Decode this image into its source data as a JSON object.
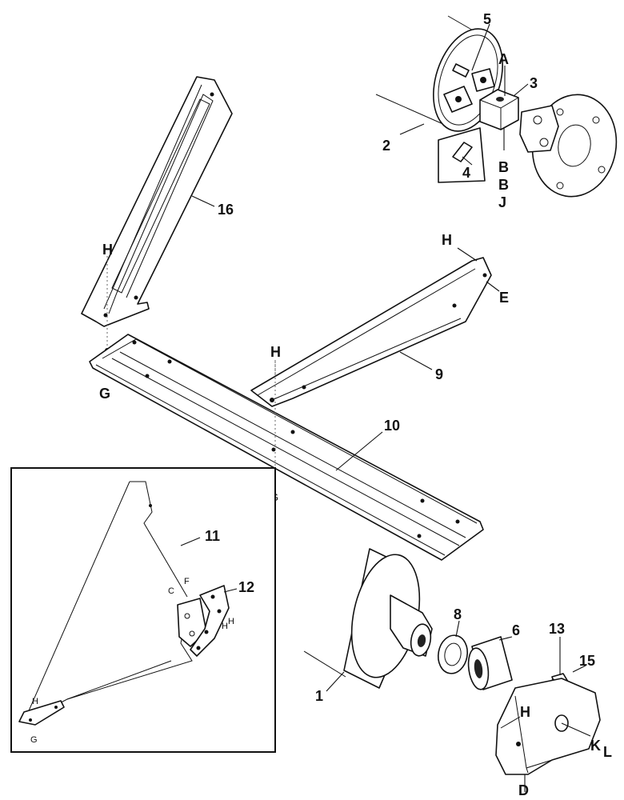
{
  "callouts": {
    "p1": "1",
    "p2": "2",
    "p3": "3",
    "p4": "4",
    "p5": "5",
    "p6": "6",
    "p8": "8",
    "p9": "9",
    "p10": "10",
    "p11": "11",
    "p12": "12",
    "p13": "13",
    "p15": "15",
    "p16": "16"
  },
  "letters": {
    "a": "A",
    "b1": "B",
    "b2": "B",
    "j": "J",
    "h_top": "H",
    "h16": "H",
    "e": "E",
    "g_left": "G",
    "h_mid": "H",
    "g_mid": "G",
    "c_inset": "C",
    "f_inset": "F",
    "hh_inset": "H",
    "hh_inset_sub": "H",
    "h_inset": "H",
    "g_inset": "G",
    "h_bracket": "H",
    "k": "K",
    "l": "L",
    "d": "D"
  },
  "colors": {
    "ink": "#111111",
    "paper": "#ffffff"
  }
}
